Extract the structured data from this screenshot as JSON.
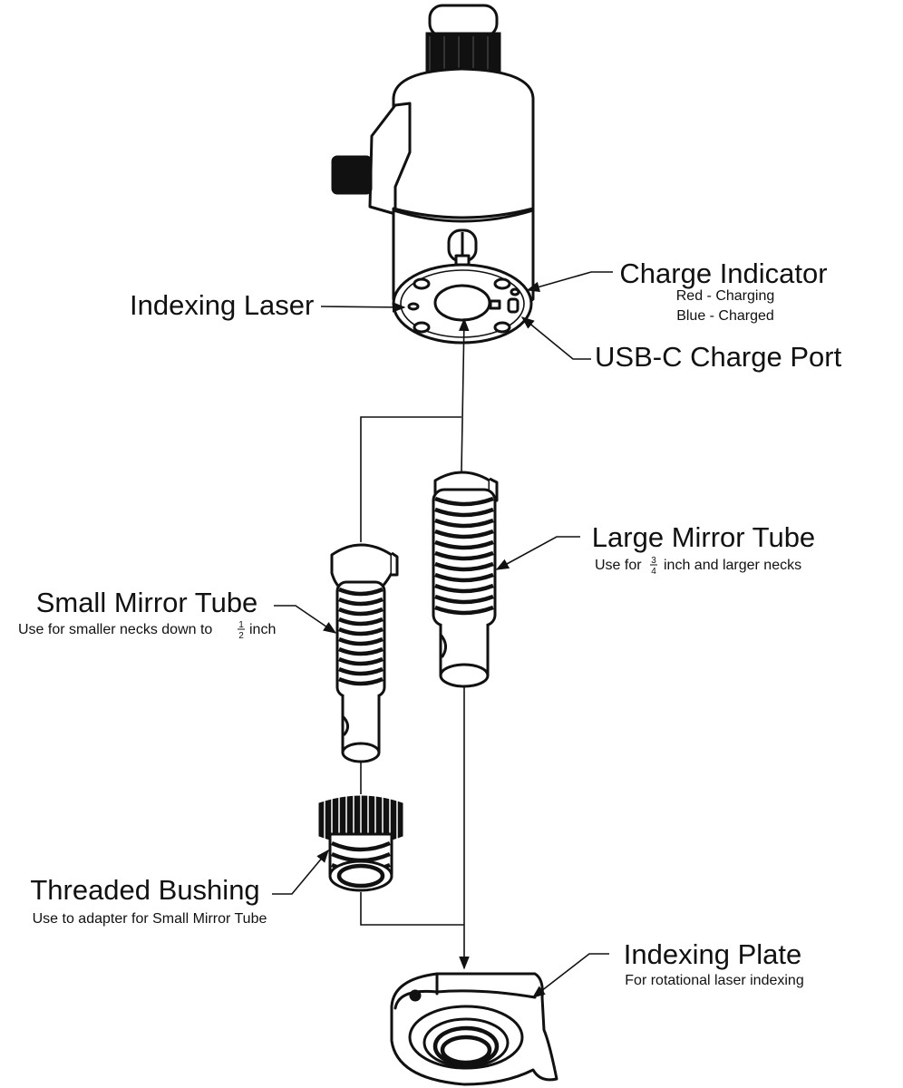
{
  "labels": {
    "charge_indicator": {
      "title": "Charge Indicator",
      "line1": "Red - Charging",
      "line2": "Blue - Charged"
    },
    "indexing_laser": {
      "title": "Indexing Laser"
    },
    "usb_c_port": {
      "title": "USB-C Charge Port"
    },
    "large_mirror_tube": {
      "title": "Large Mirror Tube",
      "note_before": "Use for",
      "note_fraction_num": "3",
      "note_fraction_den": "4",
      "note_after": "inch and larger necks"
    },
    "small_mirror_tube": {
      "title": "Small Mirror Tube",
      "note_before": "Use for smaller necks down to",
      "note_fraction_num": "1",
      "note_fraction_den": "2",
      "note_after": "inch"
    },
    "threaded_bushing": {
      "title": "Threaded Bushing",
      "note": "Use to adapter for Small Mirror Tube"
    },
    "indexing_plate": {
      "title": "Indexing Plate",
      "note": "For rotational laser indexing"
    }
  }
}
